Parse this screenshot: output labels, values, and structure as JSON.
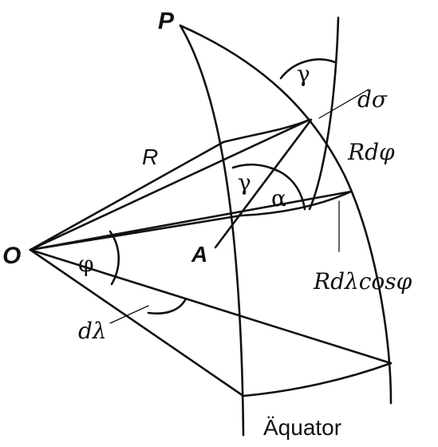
{
  "labels": {
    "pole": "P",
    "origin": "O",
    "point_a": "A",
    "radius": "R",
    "gamma_top": "γ",
    "gamma_mid": "γ",
    "alpha": "α",
    "d_sigma": "dσ",
    "r_d_phi": "Rdφ",
    "r_d_lambda_cos_phi": "Rdλcosφ",
    "phi": "φ",
    "d_lambda": "dλ",
    "equator": "Äquator"
  }
}
